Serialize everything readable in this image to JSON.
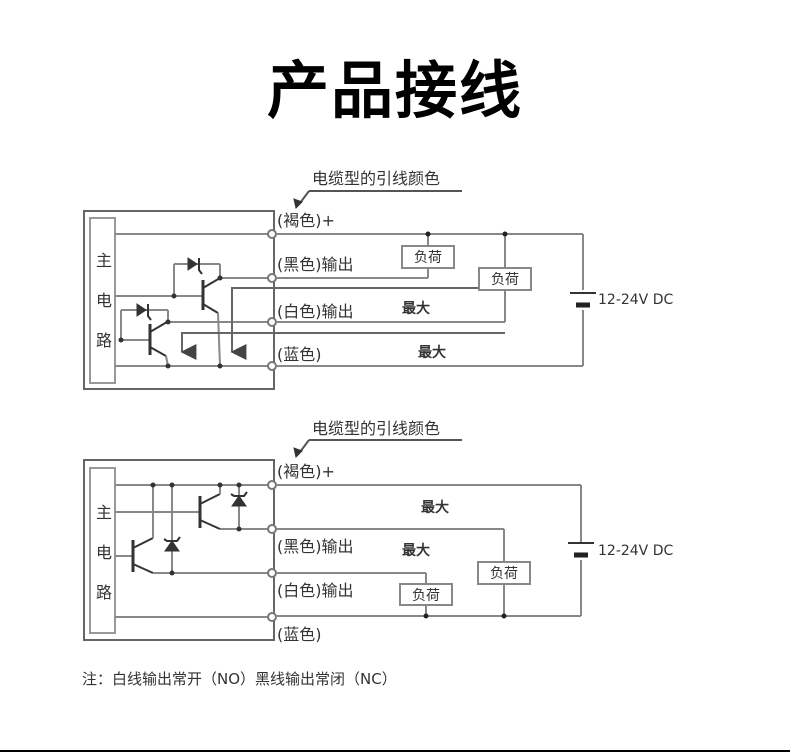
{
  "title": "产品接线",
  "diagram_top": {
    "caption": "电缆型的引线颜色",
    "main_circuit": [
      "主",
      "电",
      "路"
    ],
    "wires": [
      "(褐色)+",
      "(黑色)输出",
      "(白色)输出",
      "(蓝色)"
    ],
    "loads": [
      "负荷",
      "负荷"
    ],
    "max_labels": [
      "最大",
      "最大"
    ],
    "supply": "12-24V DC"
  },
  "diagram_bottom": {
    "caption": "电缆型的引线颜色",
    "main_circuit": [
      "主",
      "电",
      "路"
    ],
    "wires": [
      "(褐色)+",
      "(黑色)输出",
      "(白色)输出",
      "(蓝色)"
    ],
    "loads": [
      "负荷",
      "负荷"
    ],
    "max_labels": [
      "最大",
      "最大"
    ],
    "supply": "12-24V DC"
  },
  "note": "注：白线输出常开（NO）黑线输出常闭（NC）",
  "colors": {
    "wire": "#888888",
    "text": "#333333",
    "title": "#000000"
  }
}
